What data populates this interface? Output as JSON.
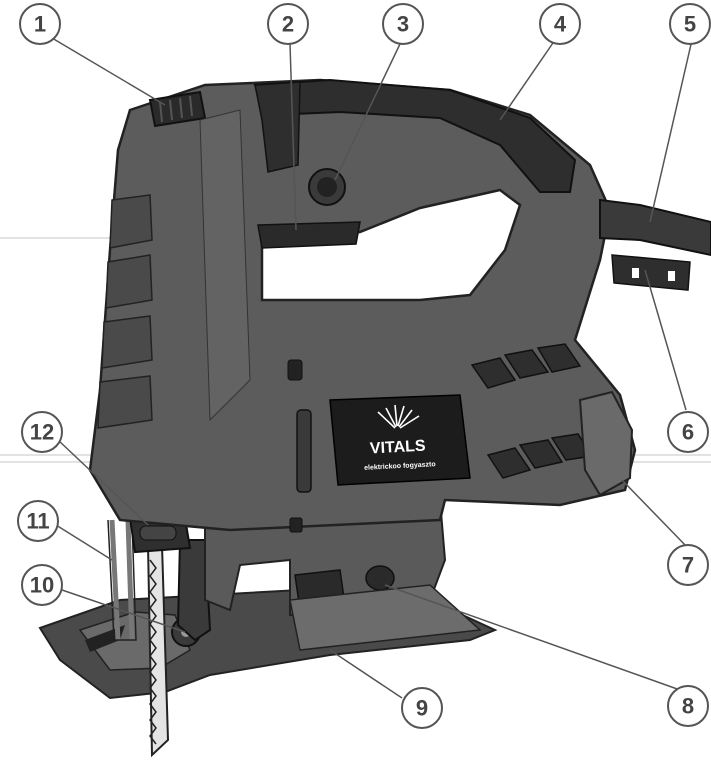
{
  "colors": {
    "body": "#5c5c5c",
    "body_light": "#6e6e6e",
    "body_dark": "#3f3f3f",
    "grip": "#2e2e2e",
    "metal": "#cfcfcf",
    "label_bg": "#1c1c1c"
  },
  "brand": {
    "logo": "VITALS",
    "tagline": "elektrickoo fogyaszto"
  },
  "callouts": [
    "1",
    "2",
    "3",
    "4",
    "5",
    "6",
    "7",
    "8",
    "9",
    "10",
    "11",
    "12"
  ],
  "icons": [
    "jigsaw-illustration",
    "vitals-logo"
  ]
}
